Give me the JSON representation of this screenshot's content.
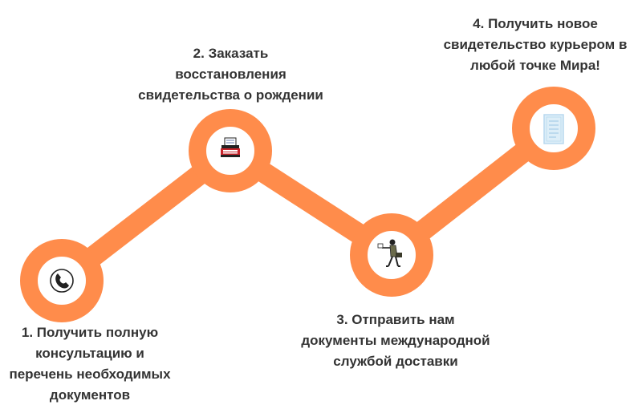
{
  "colors": {
    "accent": "#FF8C4B",
    "circle_inner": "#FFFFFF",
    "text": "#333333",
    "icon_ink": "#222222",
    "icon_red": "#C8242B",
    "document_blue": "#B9D9EF"
  },
  "steps": [
    {
      "lines": [
        "1. Получить полную",
        "консультацию и",
        "перечень необходимых",
        "документов"
      ],
      "icon": "phone-icon"
    },
    {
      "lines": [
        "2. Заказать",
        "восстановления",
        "свидетельства о рождении"
      ],
      "icon": "typewriter-icon"
    },
    {
      "lines": [
        "3. Отправить нам",
        "документы международной",
        "службой доставки"
      ],
      "icon": "courier-icon"
    },
    {
      "lines": [
        "4. Получить новое",
        "свидетельство курьером в",
        "любой точке Мира!"
      ],
      "icon": "certificate-icon"
    }
  ]
}
